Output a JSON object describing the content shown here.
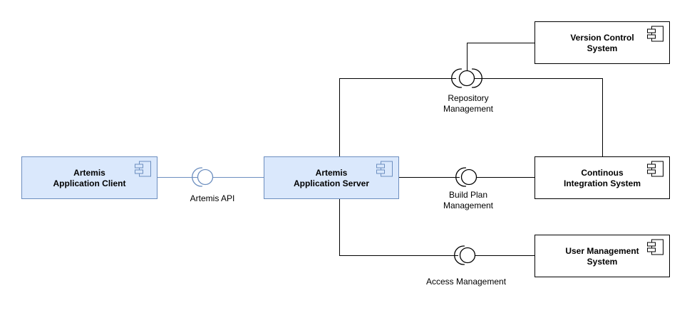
{
  "colors": {
    "background": "#ffffff",
    "artemis_fill": "#dae8fc",
    "artemis_border": "#6c8ebf",
    "external_fill": "#ffffff",
    "external_border": "#000000",
    "connector": "#000000",
    "api_connector": "#6c8ebf",
    "label_color": "#000000"
  },
  "components": {
    "client": {
      "label": "Artemis\nApplication Client"
    },
    "server": {
      "label": "Artemis\nApplication Server"
    },
    "vcs": {
      "label": "Version Control\nSystem"
    },
    "cis": {
      "label": "Continous\nIntegration System"
    },
    "ums": {
      "label": "User Management\nSystem"
    }
  },
  "interfaces": {
    "api": {
      "label": "Artemis API"
    },
    "repository": {
      "label": "Repository\nManagement"
    },
    "build_plan": {
      "label": "Build Plan\nManagement"
    },
    "access": {
      "label": "Access Management"
    }
  }
}
